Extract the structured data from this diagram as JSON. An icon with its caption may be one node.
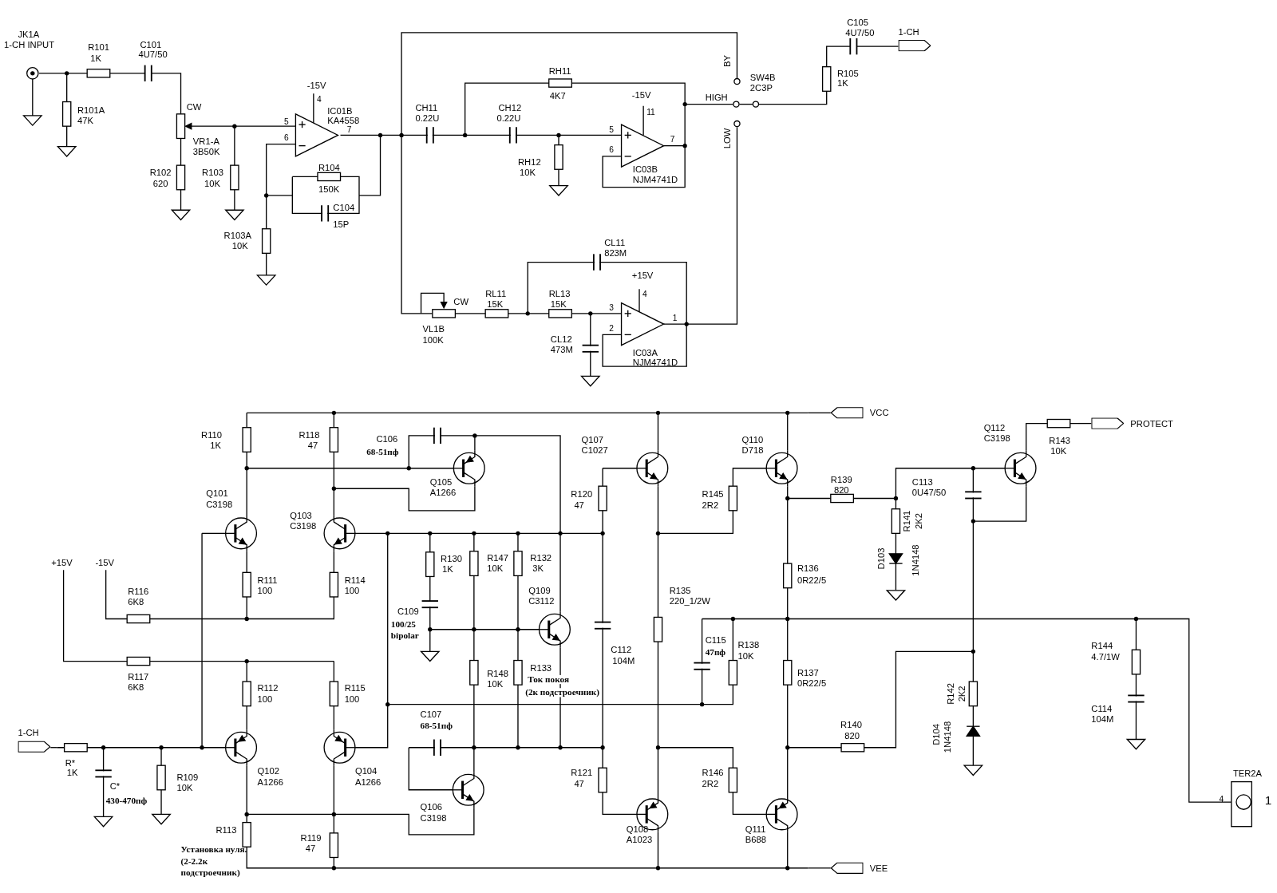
{
  "diagram": {
    "nodes": [
      {
        "text": [
          "1-CH"
        ]
      },
      {
        "text": [
          "VCC"
        ]
      },
      {
        "text": [
          "PROTECT"
        ]
      },
      {
        "text": [
          "VEE"
        ]
      },
      {
        "text": [
          "1-CH"
        ]
      }
    ],
    "edges": [
      {
        "from": 0,
        "to": null,
        "arrow": "none"
      },
      {
        "from": 1,
        "to": null,
        "arrow": "none"
      },
      {
        "from": 2,
        "to": null,
        "arrow": "none"
      },
      {
        "from": 3,
        "to": null,
        "arrow": "none"
      },
      {
        "from": 4,
        "to": null,
        "arrow": "none"
      }
    ],
    "labels": [
      "JK1A",
      "1-CH INPUT",
      "R101",
      "1K",
      "C101",
      "4U7/50",
      "R101A",
      "47K",
      "CW",
      "VR1-A",
      "3B50K",
      "R102",
      "620",
      "R103",
      "10K",
      "-15V",
      "4",
      "IC01B",
      "5",
      "KA4558",
      "7",
      "6",
      "R104",
      "150K",
      "C104",
      "15P",
      "R103A",
      "10K",
      "CH11",
      "0.22U",
      "RH11",
      "4K7",
      "CH12",
      "0.22U",
      "RH12",
      "10K",
      "-15V",
      "11",
      "5",
      "6",
      "7",
      "IC03B",
      "NJM4741D",
      "BY",
      "SW4B",
      "2C3P",
      "HIGH",
      "LOW",
      "C105",
      "4U7/50",
      "R105",
      "1K",
      "CL11",
      "823M",
      "+15V",
      "4",
      "CW",
      "RL11",
      "15K",
      "RL13",
      "15K",
      "3",
      "2",
      "1",
      "VL1B",
      "100K",
      "CL12",
      "473M",
      "IC03A",
      "NJM4741D",
      "R110",
      "1K",
      "R118",
      "47",
      "C106",
      "68-51пф",
      "Q107",
      "C1027",
      "Q110",
      "D718",
      "Q112",
      "C3198",
      "R143",
      "10K",
      "Q101",
      "C3198",
      "Q105",
      "A1266",
      "R120",
      "47",
      "R145",
      "2R2",
      "R139",
      "820",
      "C113",
      "0U47/50",
      "Q103",
      "C3198",
      "R141",
      "2K2",
      "+15V",
      "-15V",
      "R130",
      "1K",
      "R147",
      "10K",
      "R132",
      "3K",
      "R136",
      "0R22/5",
      "D103",
      "1N4148",
      "R116",
      "6K8",
      "R111",
      "100",
      "R114",
      "100",
      "Q109",
      "C3112",
      "R135",
      "220_1/2W",
      "C109",
      "100/25",
      "bipolar",
      "C112",
      "104M",
      "C115",
      "47пф",
      "R138",
      "10K",
      "R144",
      "4.7/1W",
      "R117",
      "6K8",
      "R112",
      "100",
      "R115",
      "100",
      "R148",
      "10K",
      "R133",
      "Ток покоя",
      "(2к подстроечник)",
      "R137",
      "0R22/5",
      "R142",
      "2K2",
      "C114",
      "104M",
      "C107",
      "68-51пф",
      "R140",
      "820",
      "D104",
      "1N4148",
      "R*",
      "1K",
      "C*",
      "430-470пф",
      "R109",
      "10K",
      "Q102",
      "A1266",
      "Q104",
      "A1266",
      "R121",
      "47",
      "R146",
      "2R2",
      "TER2A",
      "4",
      "1",
      "R113",
      "Установка нуля. (2-2.2к подстроечник)",
      "R119",
      "47",
      "Q106",
      "C3198",
      "Q108",
      "A1023",
      "Q111",
      "B688"
    ]
  }
}
